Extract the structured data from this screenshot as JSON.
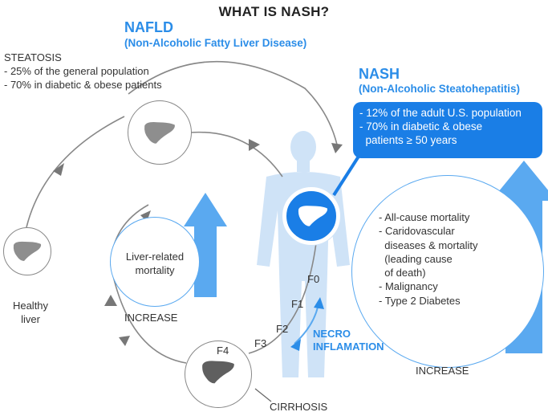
{
  "title": "WHAT IS NASH?",
  "nafld": {
    "name": "NAFLD",
    "full_name": "(Non-Alcoholic Fatty Liver Disease)"
  },
  "steatosis": {
    "label": "STEATOSIS",
    "lines": [
      "- 25% of the general population",
      "- 70% in diabetic & obese patients"
    ]
  },
  "nash": {
    "name": "NASH",
    "full_name": "(Non-Alcoholic Steatohepatitis)",
    "lines": [
      "- 12% of the adult U.S. population",
      "- 70% in diabetic & obese",
      "  patients ≥ 50 years"
    ]
  },
  "healthy_liver": {
    "line1": "Healthy",
    "line2": "liver"
  },
  "liver_mortality": {
    "line1": "Liver-related",
    "line2": "mortality",
    "increase": "INCREASE"
  },
  "outcomes": {
    "items": [
      "- All-cause mortality",
      "- Caridovascular",
      "  diseases & mortality",
      "  (leading cause",
      "  of death)",
      "- Malignancy",
      "- Type 2 Diabetes"
    ],
    "increase": "INCREASE"
  },
  "stages": {
    "f0": "F0",
    "f1": "F1",
    "f2": "F2",
    "f3": "F3",
    "f4": "F4"
  },
  "necro": {
    "line1": "NECRO",
    "line2": "INFLAMATION"
  },
  "cirrhosis": "CIRRHOSIS",
  "colors": {
    "accent": "#2b8de8",
    "box": "#1a7ee6",
    "arrow": "#5aa9f0",
    "body": "#cfe3f7",
    "liver_light": "#8e8e8e",
    "liver_dark": "#5f5f5f"
  }
}
